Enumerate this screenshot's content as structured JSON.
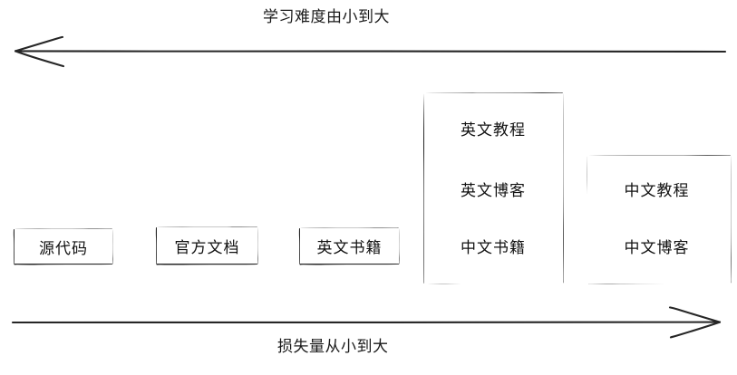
{
  "diagram": {
    "title_top": "学习难度由小到大",
    "title_bottom": "损失量从小到大",
    "axes": [
      {
        "name": "difficulty-axis",
        "label": "学习难度由小到大",
        "direction": "left",
        "position": "top"
      },
      {
        "name": "loss-axis",
        "label": "损失量从小到大",
        "direction": "right",
        "position": "bottom"
      }
    ],
    "stroke_color": "#1a1a1a",
    "fill_color": "#ffffff",
    "nodes": [
      {
        "id": "source-code",
        "label": "源代码"
      },
      {
        "id": "official-docs",
        "label": "官方文档"
      },
      {
        "id": "english-books",
        "label": "英文书籍"
      },
      {
        "id": "english-tutorials",
        "label": "英文教程"
      },
      {
        "id": "english-blogs",
        "label": "英文博客"
      },
      {
        "id": "chinese-books",
        "label": "中文书籍"
      },
      {
        "id": "chinese-tutorials",
        "label": "中文教程"
      },
      {
        "id": "chinese-blogs",
        "label": "中文博客"
      }
    ],
    "groups": [
      {
        "id": "group-english-mixed",
        "members": [
          "英文教程",
          "英文博客",
          "中文书籍"
        ]
      },
      {
        "id": "group-chinese",
        "members": [
          "中文教程",
          "中文博客"
        ]
      }
    ]
  }
}
